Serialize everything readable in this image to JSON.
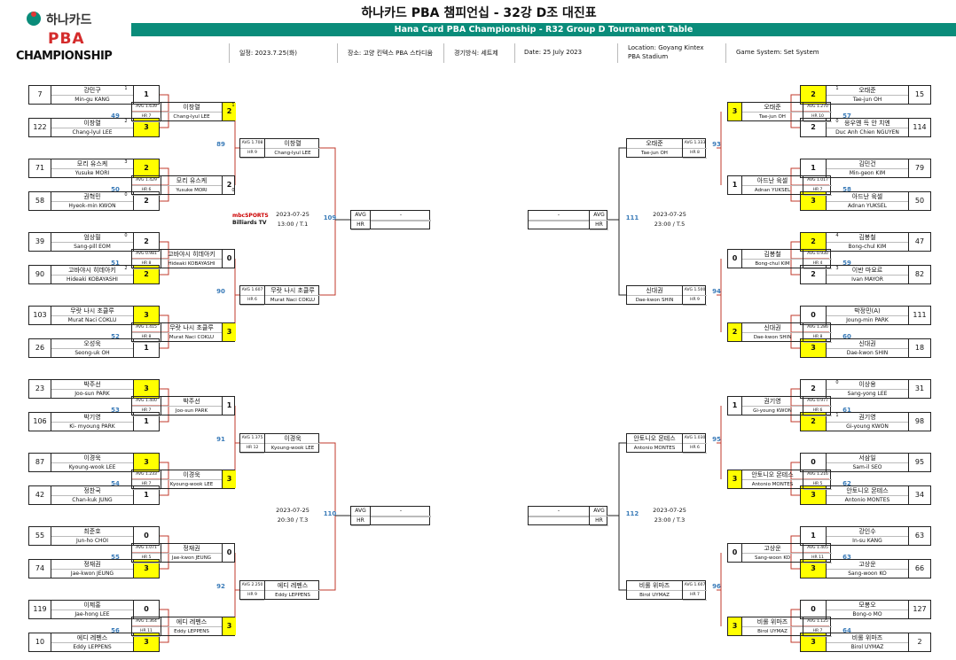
{
  "logo": {
    "line1": "하나카드",
    "line2": "PBA",
    "line3": "CHAMPIONSHIP"
  },
  "title": {
    "main": "하나카드 PBA 챔피언십 - 32강 D조 대진표",
    "sub": "Hana Card PBA Championship - R32 Group D Tournament Table"
  },
  "info": {
    "date_kr": "일정: 2023.7.25(화)",
    "venue_kr": "장소: 고양 킨텍스 PBA 스타디움",
    "format_kr": "경기방식: 세트제",
    "date_en": "Date: 25 July 2023",
    "location_en_1": "Location: Goyang Kintex",
    "location_en_2": "PBA Stadium",
    "system_en": "Game System: Set System"
  },
  "colors": {
    "accent": "#0a8c7a",
    "winner": "#ffff00",
    "match_no": "#3a7bb8",
    "line_red": "#c0392b"
  },
  "left_r1": [
    {
      "num": "7",
      "kr": "강민구",
      "en": "Min-gu KANG",
      "score": "1",
      "win": false,
      "side": "1"
    },
    {
      "num": "122",
      "kr": "이창렬",
      "en": "Chang-lyul LEE",
      "score": "3",
      "win": true,
      "side": "2"
    },
    {
      "num": "71",
      "kr": "모리 유스케",
      "en": "Yusuke MORI",
      "score": "2",
      "win": true,
      "side": "3"
    },
    {
      "num": "58",
      "kr": "권혁민",
      "en": "Hyeok-min KWON",
      "score": "2",
      "win": false,
      "side": "0"
    },
    {
      "num": "39",
      "kr": "엄상필",
      "en": "Sang-pill EOM",
      "score": "2",
      "win": false,
      "side": "0"
    },
    {
      "num": "90",
      "kr": "고바야시 히데아키",
      "en": "Hideaki KOBAYASHI",
      "score": "2",
      "win": true,
      "side": "2"
    },
    {
      "num": "103",
      "kr": "무랏 나시 초클루",
      "en": "Murat Naci COKLU",
      "score": "3",
      "win": true,
      "side": ""
    },
    {
      "num": "26",
      "kr": "오성욱",
      "en": "Seong-uk OH",
      "score": "1",
      "win": false,
      "side": ""
    },
    {
      "num": "23",
      "kr": "박주선",
      "en": "Joo-sun PARK",
      "score": "3",
      "win": true,
      "side": ""
    },
    {
      "num": "106",
      "kr": "박기영",
      "en": "Ki- myoung PARK",
      "score": "1",
      "win": false,
      "side": ""
    },
    {
      "num": "87",
      "kr": "이경욱",
      "en": "Kyoung-wook LEE",
      "score": "3",
      "win": true,
      "side": ""
    },
    {
      "num": "42",
      "kr": "정찬국",
      "en": "Chan-kuk JUNG",
      "score": "1",
      "win": false,
      "side": ""
    },
    {
      "num": "55",
      "kr": "최준호",
      "en": "Jun-ho CHOI",
      "score": "0",
      "win": false,
      "side": ""
    },
    {
      "num": "74",
      "kr": "정재권",
      "en": "Jae-kwon JEUNG",
      "score": "3",
      "win": true,
      "side": ""
    },
    {
      "num": "119",
      "kr": "이제홍",
      "en": "Jae-hong LEE",
      "score": "0",
      "win": false,
      "side": ""
    },
    {
      "num": "10",
      "kr": "에디 레펜스",
      "en": "Eddy LEPPENS",
      "score": "3",
      "win": true,
      "side": ""
    }
  ],
  "right_r1": [
    {
      "num": "15",
      "kr": "오태준",
      "en": "Tae-jun OH",
      "score": "2",
      "win": true,
      "side": "1"
    },
    {
      "num": "114",
      "kr": "응우옌 득 안 치엔",
      "en": "Duc Anh Chien NGUYEN",
      "score": "2",
      "win": false,
      "side": "0"
    },
    {
      "num": "79",
      "kr": "김민건",
      "en": "Min-geon KIM",
      "score": "1",
      "win": false,
      "side": ""
    },
    {
      "num": "50",
      "kr": "아드난 육셀",
      "en": "Adnan YUKSEL",
      "score": "3",
      "win": true,
      "side": ""
    },
    {
      "num": "47",
      "kr": "김봉철",
      "en": "Bong-chul KIM",
      "score": "2",
      "win": true,
      "side": "4"
    },
    {
      "num": "82",
      "kr": "이반 마요르",
      "en": "Ivan MAYOR",
      "score": "2",
      "win": false,
      "side": "3"
    },
    {
      "num": "111",
      "kr": "박정민(A)",
      "en": "Joung-min PARK",
      "score": "0",
      "win": false,
      "side": ""
    },
    {
      "num": "18",
      "kr": "신대권",
      "en": "Dae-kwon SHIN",
      "score": "3",
      "win": true,
      "side": ""
    },
    {
      "num": "31",
      "kr": "이상용",
      "en": "Sang-yong LEE",
      "score": "2",
      "win": false,
      "side": "0"
    },
    {
      "num": "98",
      "kr": "권기영",
      "en": "Gi-young KWON",
      "score": "2",
      "win": true,
      "side": "1"
    },
    {
      "num": "95",
      "kr": "서삼일",
      "en": "Sam-il SEO",
      "score": "0",
      "win": false,
      "side": ""
    },
    {
      "num": "34",
      "kr": "안토니오 몬테스",
      "en": "Antonio MONTES",
      "score": "3",
      "win": true,
      "side": ""
    },
    {
      "num": "63",
      "kr": "강인수",
      "en": "In-su KANG",
      "score": "1",
      "win": false,
      "side": ""
    },
    {
      "num": "66",
      "kr": "고상운",
      "en": "Sang-woon KO",
      "score": "3",
      "win": true,
      "side": ""
    },
    {
      "num": "127",
      "kr": "모봉오",
      "en": "Bong-o MO",
      "score": "0",
      "win": false,
      "side": ""
    },
    {
      "num": "2",
      "kr": "비롤 위마즈",
      "en": "Birol UYMAZ",
      "score": "3",
      "win": true,
      "side": ""
    }
  ],
  "left_r1_match_nos": [
    "49",
    "50",
    "51",
    "52",
    "53",
    "54",
    "55",
    "56"
  ],
  "right_r1_match_nos": [
    "57",
    "58",
    "59",
    "60",
    "61",
    "62",
    "63",
    "64"
  ],
  "left_r2": [
    {
      "avg": "AVG 1.639",
      "hr": "HR 7",
      "kr": "이창렬",
      "en": "Chang-lyul LEE",
      "score": "2",
      "win": true,
      "side1": "1",
      "side2": ""
    },
    {
      "avg": "AVG 1.429",
      "hr": "HR 6",
      "kr": "모리 유스케",
      "en": "Yusuke MORI",
      "score": "2",
      "win": false,
      "side1": "",
      "side2": "0"
    },
    {
      "avg": "AVG 0.981",
      "hr": "HR 8",
      "kr": "고바야시 히데아키",
      "en": "Hideaki KOBAYASHI",
      "score": "0",
      "win": false,
      "side1": "",
      "side2": ""
    },
    {
      "avg": "AVG 1.415",
      "hr": "HR 8",
      "kr": "무랏 나시 초클루",
      "en": "Murat Naci COKLU",
      "score": "3",
      "win": true,
      "side1": "",
      "side2": ""
    },
    {
      "avg": "AVG 1.400",
      "hr": "HR 7",
      "kr": "박주선",
      "en": "Joo-sun PARK",
      "score": "1",
      "win": false,
      "side1": "",
      "side2": ""
    },
    {
      "avg": "AVG 1.233",
      "hr": "HR 7",
      "kr": "이경욱",
      "en": "Kyoung-wook LEE",
      "score": "3",
      "win": true,
      "side1": "",
      "side2": ""
    },
    {
      "avg": "AVG 1.071",
      "hr": "HR 5",
      "kr": "정재권",
      "en": "Jae-kwon JEUNG",
      "score": "0",
      "win": false,
      "side1": "",
      "side2": ""
    },
    {
      "avg": "AVG 1.364",
      "hr": "HR 11",
      "kr": "에디 레펜스",
      "en": "Eddy LEPPENS",
      "score": "3",
      "win": true,
      "side1": "",
      "side2": ""
    }
  ],
  "right_r2": [
    {
      "avg": "AVG 1.270",
      "hr": "HR 10",
      "kr": "오태준",
      "en": "Tae-jun OH",
      "score": "3",
      "win": true
    },
    {
      "avg": "AVG 1.017",
      "hr": "HR 7",
      "kr": "아드난 육셀",
      "en": "Adnan YUKSEL",
      "score": "1",
      "win": false
    },
    {
      "avg": "AVG 0.930",
      "hr": "HR 4",
      "kr": "김봉철",
      "en": "Bong-chul KIM",
      "score": "0",
      "win": false
    },
    {
      "avg": "AVG 1.286",
      "hr": "HR 8",
      "kr": "신대권",
      "en": "Dae-kwon SHIN",
      "score": "2",
      "win": true
    },
    {
      "avg": "AVG 0.977",
      "hr": "HR 6",
      "kr": "권기영",
      "en": "Gi-young KWON",
      "score": "1",
      "win": false
    },
    {
      "avg": "AVG 1.216",
      "hr": "HR 5",
      "kr": "안토니오 몬테스",
      "en": "Antonio MONTES",
      "score": "3",
      "win": true
    },
    {
      "avg": "AVG 1.405",
      "hr": "HR 11",
      "kr": "고상운",
      "en": "Sang-woon KO",
      "score": "0",
      "win": false
    },
    {
      "avg": "AVG 1.125",
      "hr": "HR 7",
      "kr": "비롤 위마즈",
      "en": "Birol UYMAZ",
      "score": "3",
      "win": true
    }
  ],
  "left_r2_match_nos": [
    "89",
    "90",
    "91",
    "92"
  ],
  "right_r2_match_nos": [
    "93",
    "94",
    "95",
    "96"
  ],
  "left_r3": [
    {
      "avg": "AVG 1.708",
      "hr": "HR 9",
      "kr": "이창렬",
      "en": "Chang-lyul LEE"
    },
    {
      "avg": "AVG 1.607",
      "hr": "HR 6",
      "kr": "무랏 나시 초클루",
      "en": "Murat Naci COKLU"
    },
    {
      "avg": "AVG 1.375",
      "hr": "HR 12",
      "kr": "이경욱",
      "en": "Kyoung-wook LEE"
    },
    {
      "avg": "AVG 2.250",
      "hr": "HR 9",
      "kr": "에디 레펜스",
      "en": "Eddy LEPPENS"
    }
  ],
  "right_r3": [
    {
      "avg": "AVG 1.333",
      "hr": "HR 8",
      "kr": "오태준",
      "en": "Tae-jun OH"
    },
    {
      "avg": "AVG 1.500",
      "hr": "HR 9",
      "kr": "신대권",
      "en": "Dae-kwon SHIN"
    },
    {
      "avg": "AVG 1.030",
      "hr": "HR 6",
      "kr": "안토니오 몬테스",
      "en": "Antonio MONTES"
    },
    {
      "avg": "AVG 1.607",
      "hr": "HR 7",
      "kr": "비롤 위마즈",
      "en": "Birol UYMAZ"
    }
  ],
  "finals": [
    {
      "match_no": "109",
      "date": "2023-07-25",
      "time": "13:00 / T.1",
      "avg_label": "AVG",
      "hr_label": "HR",
      "avg_val": "-"
    },
    {
      "match_no": "110",
      "date": "2023-07-25",
      "time": "20:30 / T.3",
      "avg_label": "AVG",
      "hr_label": "HR",
      "avg_val": "-"
    },
    {
      "match_no": "111",
      "date": "2023-07-25",
      "time": "23:00 / T.5",
      "avg_label": "AVG",
      "hr_label": "HR",
      "avg_val": "-"
    },
    {
      "match_no": "112",
      "date": "2023-07-25",
      "time": "23:00 / T.3",
      "avg_label": "AVG",
      "hr_label": "HR",
      "avg_val": "-"
    }
  ],
  "broadcaster": {
    "line1": "mbcSPORTS",
    "line2": "Billiards TV"
  }
}
